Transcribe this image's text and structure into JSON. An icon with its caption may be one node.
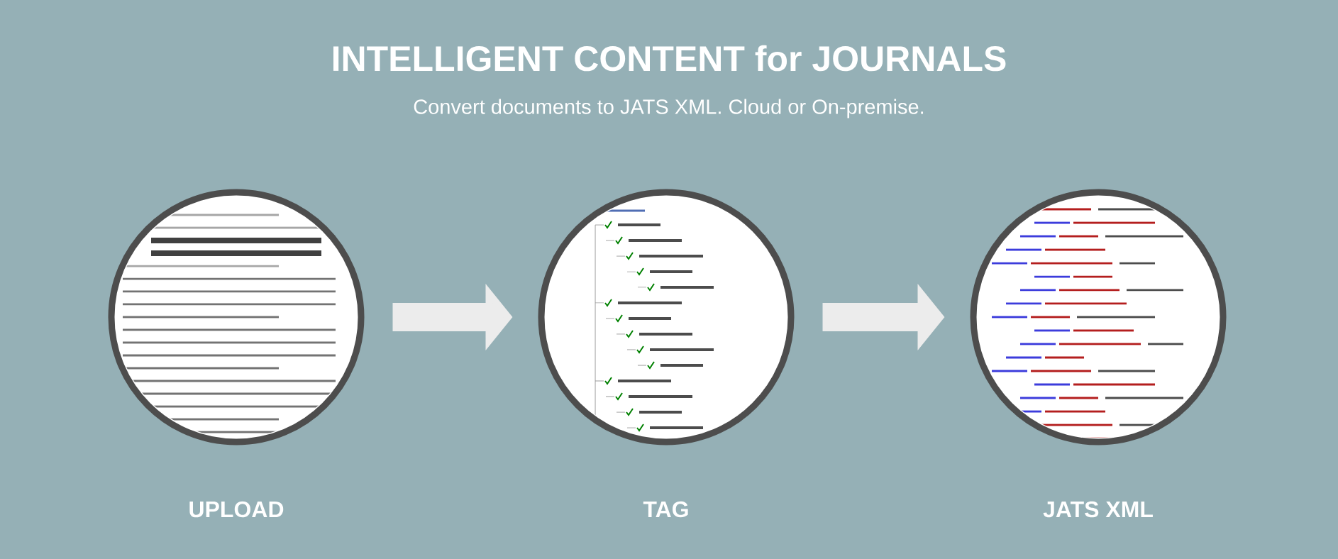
{
  "diagram": {
    "title": "INTELLIGENT CONTENT for JOURNALS",
    "nodes": [
      {
        "text": [],
        "shape": "picture",
        "beside": [
          "UPLOAD"
        ]
      },
      {
        "text": [],
        "shape": "picture",
        "beside": [
          "TAG"
        ]
      },
      {
        "text": [],
        "shape": "picture",
        "beside": [
          "JATS XML"
        ]
      }
    ],
    "edges": [
      {
        "from": 0,
        "to": 1,
        "arrow": "to"
      },
      {
        "from": 1,
        "to": 2,
        "arrow": "to"
      }
    ],
    "labels": [
      "Convert documents to JATS XML. Cloud or On-premise."
    ]
  }
}
